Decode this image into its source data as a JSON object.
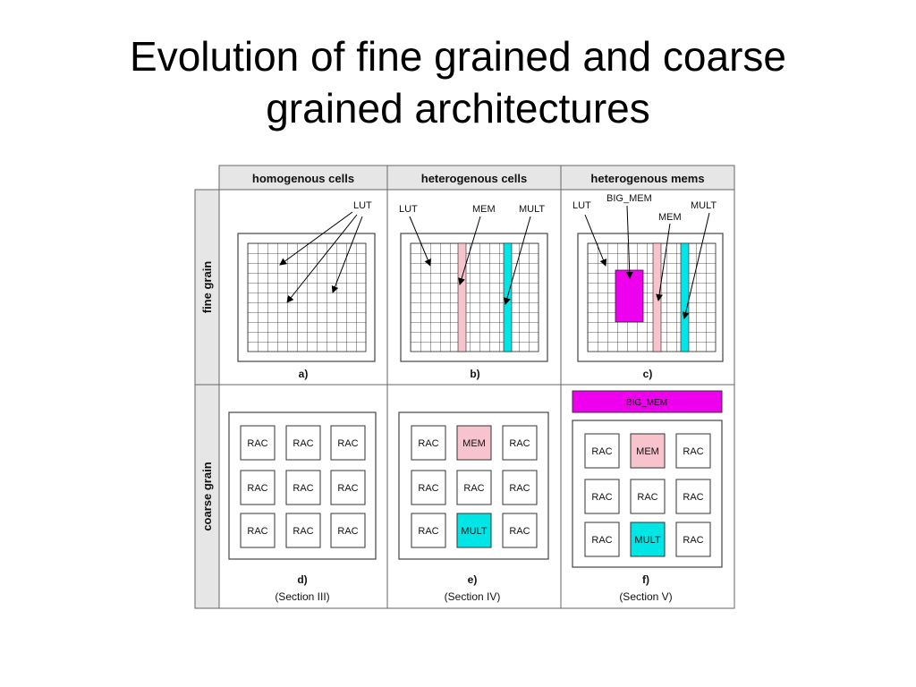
{
  "slide": {
    "title_line1": "Evolution of fine grained and coarse",
    "title_line2": "grained architectures"
  },
  "figure": {
    "columns": [
      "homogenous cells",
      "heterogenous cells",
      "heterogenous mems"
    ],
    "rows": [
      "fine grain",
      "coarse grain"
    ],
    "labels": {
      "a": "a)",
      "b": "b)",
      "c": "c)",
      "d": "d)",
      "e": "e)",
      "f": "f)",
      "section_d": "(Section III)",
      "section_e": "(Section IV)",
      "section_f": "(Section V)",
      "lut": "LUT",
      "mem": "MEM",
      "mult": "MULT",
      "big_mem": "BIG_MEM",
      "rac": "RAC"
    },
    "colors": {
      "header_fill": "#e6e6e6",
      "mem": "#f7c3cc",
      "mult": "#00e5e5",
      "big_mem": "#ee00ee",
      "line": "#333333"
    },
    "grids": {
      "a": [
        [
          "RAC",
          "RAC",
          "RAC"
        ],
        [
          "RAC",
          "RAC",
          "RAC"
        ],
        [
          "RAC",
          "RAC",
          "RAC"
        ]
      ],
      "b_unused": null,
      "d": [
        [
          "RAC",
          "RAC",
          "RAC"
        ],
        [
          "RAC",
          "RAC",
          "RAC"
        ],
        [
          "RAC",
          "RAC",
          "RAC"
        ]
      ],
      "e": [
        [
          "RAC",
          "MEM",
          "RAC"
        ],
        [
          "RAC",
          "RAC",
          "RAC"
        ],
        [
          "RAC",
          "MULT",
          "RAC"
        ]
      ],
      "f": [
        [
          "RAC",
          "MEM",
          "RAC"
        ],
        [
          "RAC",
          "RAC",
          "RAC"
        ],
        [
          "RAC",
          "MULT",
          "RAC"
        ]
      ]
    }
  }
}
